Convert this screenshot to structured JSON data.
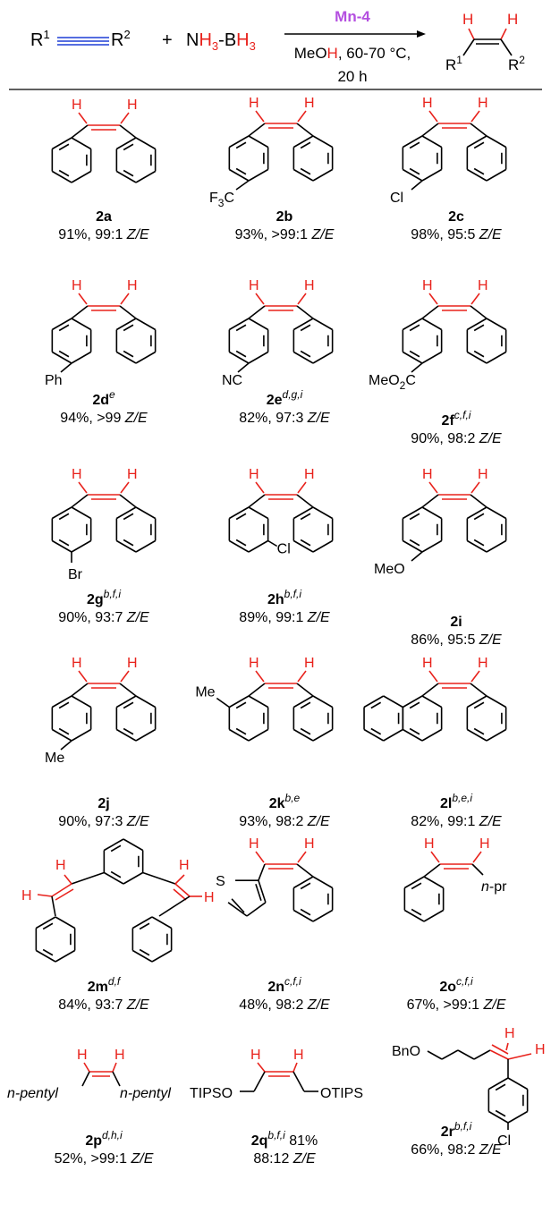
{
  "reaction": {
    "r1": "R",
    "r1_sup": "1",
    "r2": "R",
    "r2_sup": "2",
    "plus": "+",
    "ab_n": "N",
    "ab_h3a": "H",
    "ab_h3a_sub": "3",
    "ab_dash": "-",
    "ab_b": "B",
    "ab_h3b": "H",
    "ab_h3b_sub": "3",
    "catalyst": "Mn-4",
    "solvent_me": "MeO",
    "solvent_h": "H",
    "conditions": ", 60-70 °C,",
    "time": "20 h",
    "prod_h": "H"
  },
  "colors": {
    "red": "#e8221c",
    "catalyst": "#b44fe0",
    "alkyne": "#1f3fd6"
  },
  "products": [
    {
      "id": "2a",
      "sup": "",
      "yield": "91%, 99:1 ",
      "ze": "Z/E",
      "sub": ""
    },
    {
      "id": "2b",
      "sup": "",
      "yield": "93%, >99:1 ",
      "ze": "Z/E",
      "sub": "F3C"
    },
    {
      "id": "2c",
      "sup": "",
      "yield": "98%, 95:5 ",
      "ze": "Z/E",
      "sub": "Cl"
    },
    {
      "id": "2d",
      "sup": "e",
      "yield": "94%, >99 ",
      "ze": "Z/E",
      "sub": "Ph"
    },
    {
      "id": "2e",
      "sup": "d,g,i",
      "yield": "82%, 97:3 ",
      "ze": "Z/E",
      "sub": "NC"
    },
    {
      "id": "2f",
      "sup": "c,f,i",
      "yield": "90%, 98:2 ",
      "ze": "Z/E",
      "sub": "MeO2C"
    },
    {
      "id": "2g",
      "sup": "b,f,i",
      "yield": "90%, 93:7 ",
      "ze": "Z/E",
      "sub": "Br"
    },
    {
      "id": "2h",
      "sup": "b,f,i",
      "yield": "89%, 99:1 ",
      "ze": "Z/E",
      "sub": "Cl"
    },
    {
      "id": "2i",
      "sup": "",
      "yield": "86%, 95:5 ",
      "ze": "Z/E",
      "sub": "MeO"
    },
    {
      "id": "2j",
      "sup": "",
      "yield": "90%, 97:3 ",
      "ze": "Z/E",
      "sub": "Me"
    },
    {
      "id": "2k",
      "sup": "b,e",
      "yield": "93%, 98:2 ",
      "ze": "Z/E",
      "sub": "Me"
    },
    {
      "id": "2l",
      "sup": "b,e,i",
      "yield": "82%, 99:1 ",
      "ze": "Z/E",
      "sub": ""
    },
    {
      "id": "2m",
      "sup": "d,f",
      "yield": "84%, 93:7 ",
      "ze": "Z/E",
      "sub": ""
    },
    {
      "id": "2n",
      "sup": "c,f,i",
      "yield": "48%, 98:2 ",
      "ze": "Z/E",
      "sub": "S"
    },
    {
      "id": "2o",
      "sup": "c,f,i",
      "yield": "67%, >99:1 ",
      "ze": "Z/E",
      "sub": "n-pr"
    },
    {
      "id": "2p",
      "sup": "d,h,i",
      "yield": "52%, >99:1 ",
      "ze": "Z/E",
      "sub": "n-pentyl"
    },
    {
      "id": "2q",
      "sup": "b,f,i",
      "extra": " 81%",
      "yield": "88:12 ",
      "ze": "Z/E",
      "sub": "TIPSO"
    },
    {
      "id": "2r",
      "sup": "b,f,i",
      "yield": "66%, 98:2 ",
      "ze": "Z/E",
      "sub": "BnO"
    }
  ],
  "labels": {
    "h": "H",
    "F": "F",
    "three": "3",
    "C": "C",
    "two": "2",
    "MeO": "MeO",
    "O": "O",
    "OTIPS": "OTIPS",
    "n": "n",
    "pentyl": "-pentyl",
    "pr": "-pr"
  }
}
